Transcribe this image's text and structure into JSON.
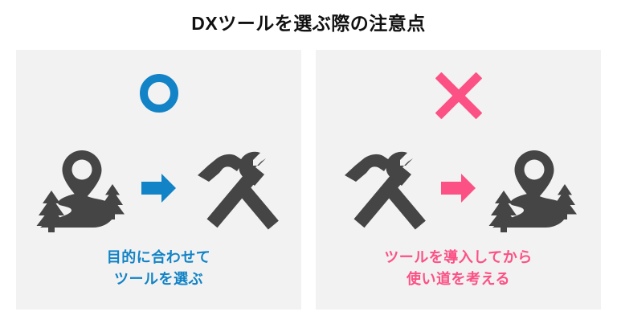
{
  "title": "DXツールを選ぶ際の注意点",
  "colors": {
    "blue": "#1183c6",
    "pink": "#fc5185",
    "icon_gray": "#454545",
    "panel_bg": "#f2f2f2",
    "page_bg": "#ffffff",
    "title_text": "#111111"
  },
  "panels": [
    {
      "id": "good",
      "mark": "circle-mark",
      "accent": "#1183c6",
      "icons": [
        {
          "name": "map-road-icon",
          "label": "map-road"
        },
        {
          "name": "arrow-right-icon",
          "label": "arrow-right"
        },
        {
          "name": "tools-icon",
          "label": "hammer-wrench"
        }
      ],
      "caption_line1": "目的に合わせて",
      "caption_line2": "ツールを選ぶ"
    },
    {
      "id": "bad",
      "mark": "cross-mark",
      "accent": "#fc5185",
      "icons": [
        {
          "name": "tools-icon",
          "label": "hammer-wrench"
        },
        {
          "name": "arrow-right-icon",
          "label": "arrow-right"
        },
        {
          "name": "map-road-icon",
          "label": "map-road"
        }
      ],
      "caption_line1": "ツールを導入してから",
      "caption_line2": "使い道を考える"
    }
  ]
}
